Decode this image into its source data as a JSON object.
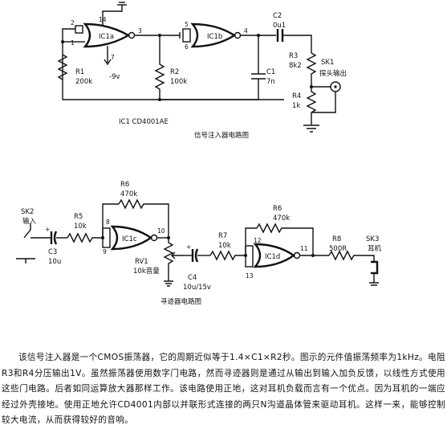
{
  "top": {
    "gate_a": {
      "label": "IC1a",
      "pins": [
        "2",
        "1",
        "14",
        "3",
        "7"
      ]
    },
    "gate_b": {
      "label": "IC1b",
      "pins": [
        "5",
        "6",
        "4"
      ]
    },
    "supply": "-9v",
    "resistors": [
      {
        "name": "R1",
        "value": "200k"
      },
      {
        "name": "R2",
        "value": "100k"
      },
      {
        "name": "R3",
        "value": "8k2"
      },
      {
        "name": "R4",
        "value": "1k"
      }
    ],
    "caps": [
      {
        "name": "C1",
        "value": "7n"
      },
      {
        "name": "C2",
        "value": "0u1"
      }
    ],
    "socket": {
      "name": "SK1",
      "label": "探头输出"
    },
    "ic_note": "IC1 CD4001AE",
    "caption": "信号注入器电路图"
  },
  "bottom": {
    "sk2": {
      "name": "SK2",
      "label": "输入"
    },
    "c3": {
      "name": "C3",
      "value": "10u"
    },
    "r5": {
      "name": "R5",
      "value": "10k"
    },
    "r6a": {
      "name": "R6",
      "value": "470k"
    },
    "gate_c": {
      "label": "IC1c",
      "pins": [
        "8",
        "9",
        "10"
      ]
    },
    "rv1": {
      "name": "RV1",
      "value": "10k音量"
    },
    "c4": {
      "name": "C4",
      "value": "10u/15v"
    },
    "r7": {
      "name": "R7",
      "value": "10k"
    },
    "r6b": {
      "name": "R6",
      "value": "470k"
    },
    "gate_d": {
      "label": "IC1d",
      "pins": [
        "12",
        "13",
        "11"
      ]
    },
    "r8": {
      "name": "R8",
      "value": "500R"
    },
    "sk3": {
      "name": "SK3",
      "label": "耳机"
    },
    "caption": "寻迹器电路图"
  },
  "description": "该信号注入器是一个CMOS振荡器，它的周期近似等于1.4×C1×R2秒。图示的元件值振荡频率为1kHz。电阻R3和R4分压输出1V。虽然振荡器使用数字门电路，然而寻迹器则是通过从输出到输入加负反馈，以线性方式使用这些门电路。后者如同运算放大器那样工作。该电路使用正地，这对耳机负载而言有一个优点。因为耳机的一端应经过外壳接地。使用正地允许CD4001内部以并联形式连接的两只N沟道晶体管来驱动耳机。这样一来，能够控制较大电流，从而获得较好的音响。"
}
